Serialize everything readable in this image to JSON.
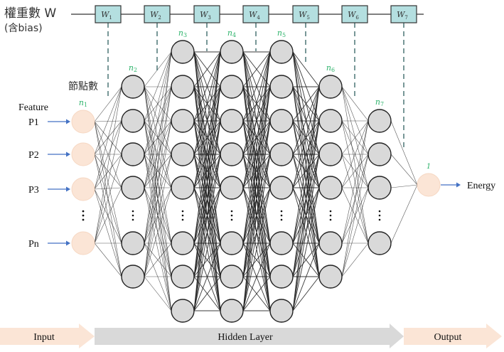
{
  "header": {
    "weights_label": "權重數 W",
    "weights_sublabel": "(含bias)",
    "nodes_label": "節點數",
    "feature_label": "Feature"
  },
  "weights": [
    {
      "base": "W",
      "sub": "1"
    },
    {
      "base": "W",
      "sub": "2"
    },
    {
      "base": "W",
      "sub": "3"
    },
    {
      "base": "W",
      "sub": "4"
    },
    {
      "base": "W",
      "sub": "5"
    },
    {
      "base": "W",
      "sub": "6"
    },
    {
      "base": "W",
      "sub": "7"
    }
  ],
  "layers": [
    {
      "name": "n",
      "sub": "1",
      "type": "input",
      "visible_nodes": 4,
      "ellipsis": true
    },
    {
      "name": "n",
      "sub": "2",
      "type": "hidden",
      "visible_nodes": 6,
      "ellipsis": true
    },
    {
      "name": "n",
      "sub": "3",
      "type": "hidden",
      "visible_nodes": 8,
      "ellipsis": true
    },
    {
      "name": "n",
      "sub": "4",
      "type": "hidden",
      "visible_nodes": 8,
      "ellipsis": true
    },
    {
      "name": "n",
      "sub": "5",
      "type": "hidden",
      "visible_nodes": 8,
      "ellipsis": true
    },
    {
      "name": "n",
      "sub": "6",
      "type": "hidden",
      "visible_nodes": 6,
      "ellipsis": true
    },
    {
      "name": "n",
      "sub": "7",
      "type": "hidden",
      "visible_nodes": 4,
      "ellipsis": true
    },
    {
      "name": "1",
      "sub": "",
      "type": "output",
      "visible_nodes": 1,
      "ellipsis": false
    }
  ],
  "inputs": [
    "P1",
    "P2",
    "P3",
    "⋮",
    "Pn"
  ],
  "output_label": "Energy",
  "stages": [
    {
      "label": "Input"
    },
    {
      "label": "Hidden Layer"
    },
    {
      "label": "Output"
    }
  ],
  "colors": {
    "input_node": "#fbe5d6",
    "hidden_node": "#d9d9d9",
    "weight_box": "#b4dfe0",
    "label_green": "#2db36b",
    "arrow_blue": "#4472c4",
    "dashed": "#3f6b6b",
    "stage_orange": "#fbe5d6",
    "stage_gray": "#d9d9d9"
  }
}
